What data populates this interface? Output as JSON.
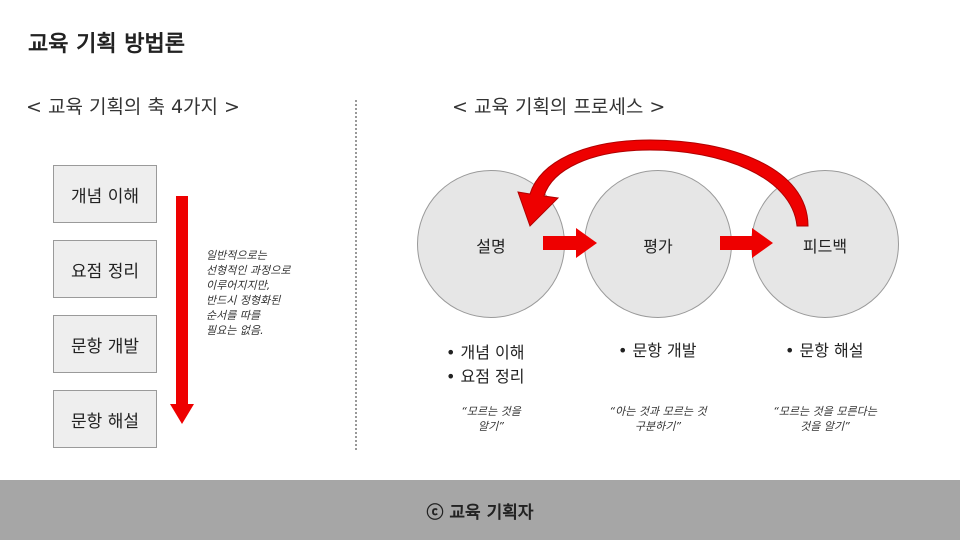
{
  "title": "교육 기획 방법론",
  "left": {
    "heading": "< 교육 기획의 축 4가지 >",
    "boxes": [
      "개념 이해",
      "요점 정리",
      "문항 개발",
      "문항 해설"
    ],
    "note": "일반적으로는\n선형적인 과정으로\n이루어지지만,\n반드시 정형화된\n순서를 따를\n필요는 없음."
  },
  "right": {
    "heading": "< 교육 기획의 프로세스 >",
    "circles": [
      "설명",
      "평가",
      "피드백"
    ],
    "bullets": {
      "explain": [
        "• 개념 이해",
        "• 요점 정리"
      ],
      "evaluate": [
        "• 문항 개발"
      ],
      "feedback": [
        "• 문항 해설"
      ]
    },
    "quotes": {
      "explain": "“모르는 것을\n알기”",
      "evaluate": "“아는 것과 모르는 것\n구분하기”",
      "feedback": "“모르는 것을 모른다는\n것을 알기”"
    }
  },
  "footer": "ⓒ 교육 기획자",
  "colors": {
    "arrow": "#ee0000",
    "arrow_dark": "#b00000",
    "box_fill": "#eeeeee",
    "circle_fill": "#e6e6e6",
    "footer_bg": "#a6a6a6"
  }
}
